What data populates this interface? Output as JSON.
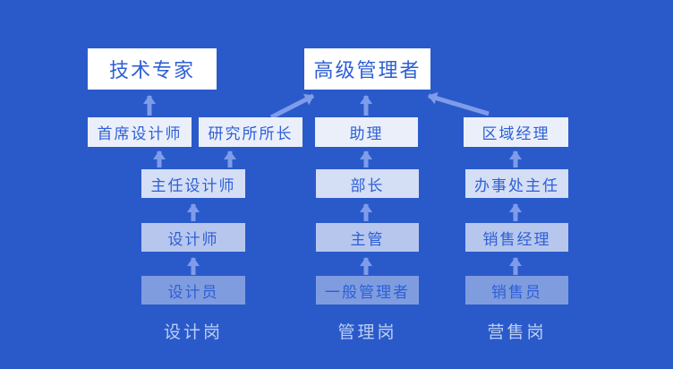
{
  "nodes": {
    "tech_expert": "技术专家",
    "senior_manager": "高级管理者",
    "chief_designer": "首席设计师",
    "institute_director": "研究所所长",
    "assistant": "助理",
    "regional_manager": "区域经理",
    "director_designer": "主任设计师",
    "minister": "部长",
    "office_director": "办事处主任",
    "designer": "设计师",
    "supervisor": "主管",
    "sales_manager": "销售经理",
    "draftsman": "设计员",
    "general_manager": "一般管理者",
    "salesperson": "销售员"
  },
  "column_labels": {
    "design": "设计岗",
    "management": "管理岗",
    "sales": "营售岗"
  },
  "edges": [
    {
      "from": "draftsman",
      "to": "designer"
    },
    {
      "from": "designer",
      "to": "director_designer"
    },
    {
      "from": "director_designer",
      "to": "chief_designer"
    },
    {
      "from": "director_designer",
      "to": "institute_director"
    },
    {
      "from": "chief_designer",
      "to": "tech_expert"
    },
    {
      "from": "institute_director",
      "to": "senior_manager"
    },
    {
      "from": "general_manager",
      "to": "supervisor"
    },
    {
      "from": "supervisor",
      "to": "minister"
    },
    {
      "from": "minister",
      "to": "assistant"
    },
    {
      "from": "assistant",
      "to": "senior_manager"
    },
    {
      "from": "salesperson",
      "to": "sales_manager"
    },
    {
      "from": "sales_manager",
      "to": "office_director"
    },
    {
      "from": "office_director",
      "to": "regional_manager"
    },
    {
      "from": "regional_manager",
      "to": "senior_manager"
    }
  ],
  "colors": {
    "bg": "#2A5ACA",
    "node-text": "#2E5FD6",
    "arrow": "#7E9CE9",
    "col-label": "#BCCFF3",
    "top-node-bg": "#FFFFFF"
  }
}
